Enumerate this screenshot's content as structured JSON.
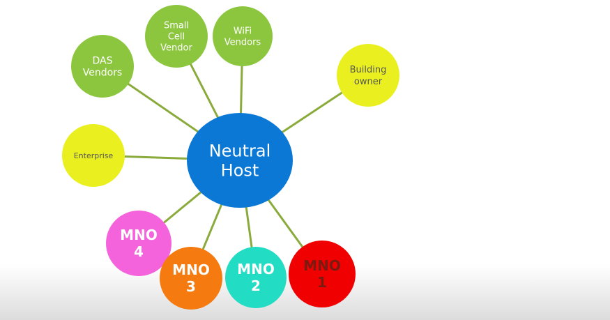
{
  "diagram": {
    "center": {
      "lines": [
        "Neutral",
        "Host"
      ],
      "color": "#0b78d6",
      "text_color": "#ffffff"
    },
    "link_color": "#8aab3c",
    "nodes": [
      {
        "id": "das",
        "lines": [
          "DAS",
          "Vendors"
        ],
        "color": "#8cc63f",
        "text_color": "#ffffff"
      },
      {
        "id": "small-cell",
        "lines": [
          "Small",
          "Cell",
          "Vendor"
        ],
        "color": "#8cc63f",
        "text_color": "#ffffff"
      },
      {
        "id": "wifi",
        "lines": [
          "WiFi",
          "Vendors"
        ],
        "color": "#8cc63f",
        "text_color": "#ffffff"
      },
      {
        "id": "building",
        "lines": [
          "Building",
          "owner"
        ],
        "color": "#eaf020",
        "text_color": "#555555"
      },
      {
        "id": "enterprise",
        "lines": [
          "Enterprise"
        ],
        "color": "#eaf020",
        "text_color": "#555555"
      },
      {
        "id": "mno4",
        "lines": [
          "MNO",
          "4"
        ],
        "color": "#f463dc",
        "text_color": "#ffffff"
      },
      {
        "id": "mno3",
        "lines": [
          "MNO",
          "3"
        ],
        "color": "#f57a10",
        "text_color": "#ffffff"
      },
      {
        "id": "mno2",
        "lines": [
          "MNO",
          "2"
        ],
        "color": "#22dcc4",
        "text_color": "#ffffff"
      },
      {
        "id": "mno1",
        "lines": [
          "MNO",
          "1"
        ],
        "color": "#f00000",
        "text_color": "#7a1a10"
      }
    ]
  }
}
